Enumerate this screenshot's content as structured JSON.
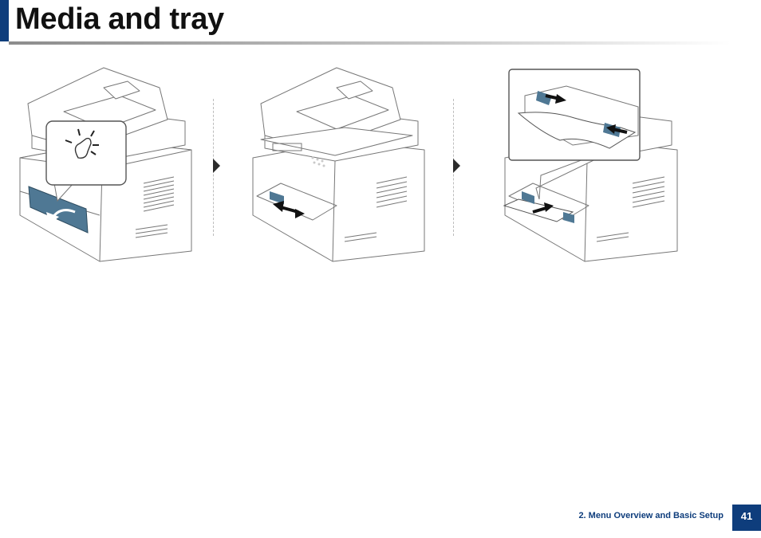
{
  "header": {
    "title": "Media and tray"
  },
  "footer": {
    "chapter": "2. Menu Overview and Basic Setup",
    "page_number": "41"
  },
  "steps": [
    {
      "icon": "printer-press-tray-icon"
    },
    {
      "icon": "printer-adjust-guides-icon"
    },
    {
      "icon": "printer-insert-paper-icon"
    }
  ],
  "colors": {
    "accent": "#0e3d7c",
    "tray_blue": "#4f7894"
  }
}
